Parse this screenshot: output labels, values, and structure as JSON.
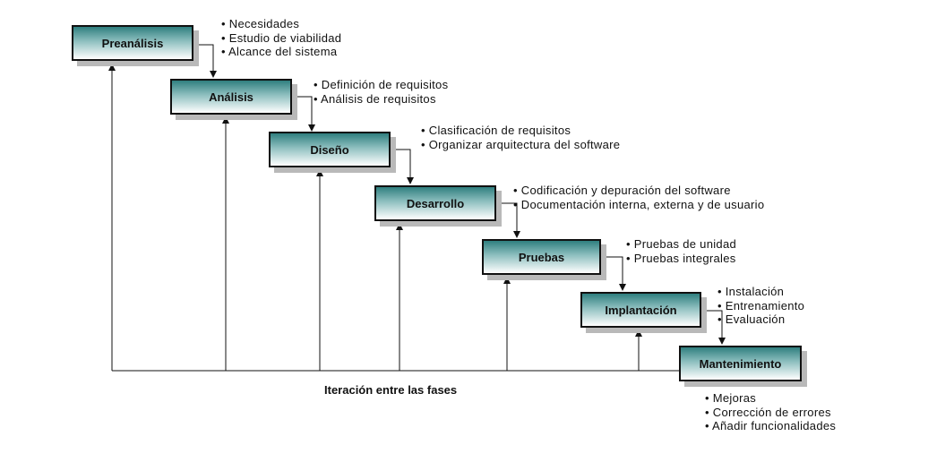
{
  "phases": [
    {
      "name": "Preanálisis",
      "items": [
        "Necesidades",
        "Estudio de viabilidad",
        "Alcance del sistema"
      ]
    },
    {
      "name": "Análisis",
      "items": [
        "Definición de requisitos",
        "Análisis de requisitos"
      ]
    },
    {
      "name": "Diseño",
      "items": [
        "Clasificación de requisitos",
        "Organizar arquitectura del software"
      ]
    },
    {
      "name": "Desarrollo",
      "items": [
        "Codificación y depuración del software",
        "Documentación interna, externa y de usuario"
      ]
    },
    {
      "name": "Pruebas",
      "items": [
        "Pruebas de unidad",
        "Pruebas integrales"
      ]
    },
    {
      "name": "Implantación",
      "items": [
        "Instalación",
        "Entrenamiento",
        "Evaluación"
      ]
    },
    {
      "name": "Mantenimiento",
      "items": [
        "Mejoras",
        "Corrección de errores",
        "Añadir funcionalidades"
      ]
    }
  ],
  "feedback_label": "Iteración entre las fases",
  "colors": {
    "box_dark": "#2f7f7f",
    "box_light": "#ffffff",
    "shadow": "#b9b9b9",
    "line": "#111111"
  }
}
